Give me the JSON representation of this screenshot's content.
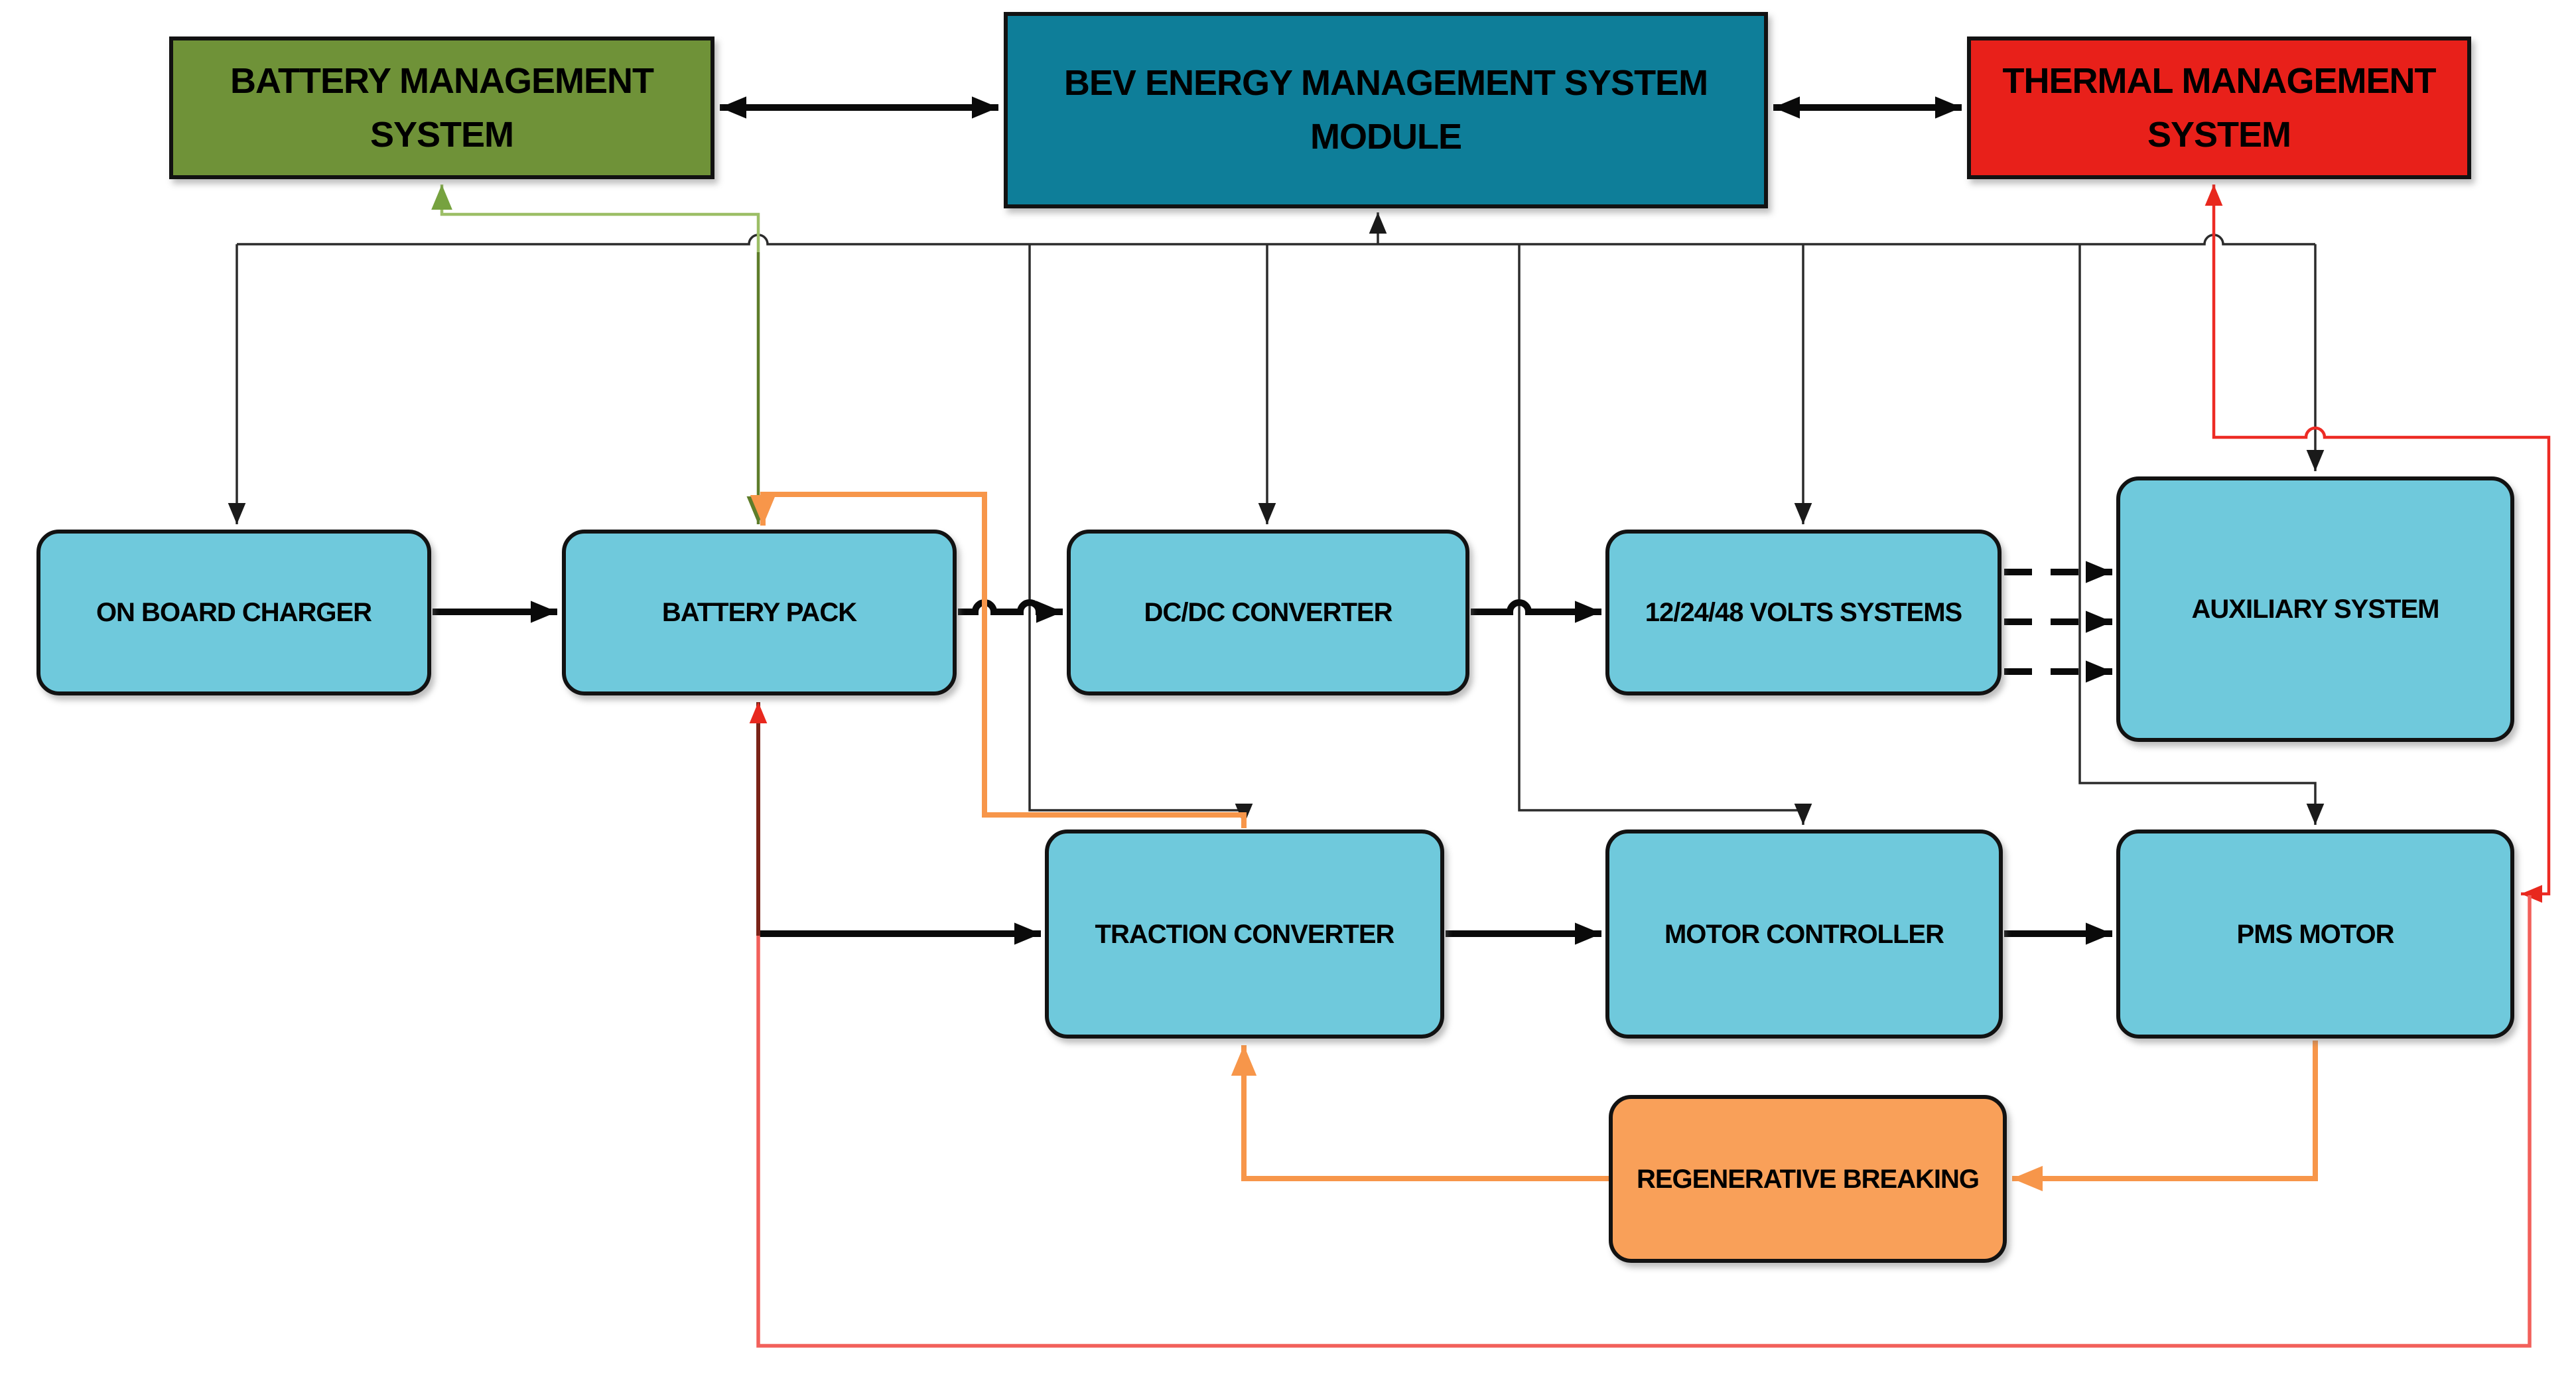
{
  "palette": {
    "node_cyan": "#6FC9DC",
    "node_olive": "#6F9238",
    "node_teal": "#0E7E99",
    "node_red": "#E8201A",
    "node_orange": "#F9A059",
    "line_black_thin": "#2B2B2B",
    "line_black_thick": "#0A0A0A",
    "line_green_light": "#9CBE66",
    "line_green_dark": "#5E7D2A",
    "line_orange": "#F7964A",
    "line_red": "#ED2B24",
    "line_red_light": "#F2605B",
    "line_maroon": "#7A2318",
    "background": "#FFFFFF"
  },
  "nodes": {
    "bms": {
      "label": "BATTERY MANAGEMENT\nSYSTEM",
      "color": "#6F9238"
    },
    "bev": {
      "label": "BEV ENERGY MANAGEMENT SYSTEM\nMODULE",
      "color": "#0E7E99"
    },
    "thermal": {
      "label": "THERMAL MANAGEMENT\nSYSTEM",
      "color": "#E8201A"
    },
    "obc": {
      "label": "ON BOARD CHARGER",
      "color": "#6FC9DC"
    },
    "battery_pack": {
      "label": "BATTERY PACK",
      "color": "#6FC9DC"
    },
    "dcdc": {
      "label": "DC/DC CONVERTER",
      "color": "#6FC9DC"
    },
    "volts": {
      "label": "12/24/48 VOLTS SYSTEMS",
      "color": "#6FC9DC"
    },
    "aux": {
      "label": "AUXILIARY SYSTEM",
      "color": "#6FC9DC"
    },
    "traction": {
      "label": "TRACTION CONVERTER",
      "color": "#6FC9DC"
    },
    "motor_controller": {
      "label": "MOTOR CONTROLLER",
      "color": "#6FC9DC"
    },
    "pms_motor": {
      "label": "PMS MOTOR",
      "color": "#6FC9DC"
    },
    "regen": {
      "label": "REGENERATIVE BREAKING",
      "color": "#F9A059"
    }
  },
  "connectors": [
    {
      "name": "bms-bev-bidirectional",
      "from": "bms",
      "to": "bev",
      "color": "#0A0A0A",
      "style": "solid-thick",
      "arrows": "both"
    },
    {
      "name": "bev-thermal-bidirectional",
      "from": "bev",
      "to": "thermal",
      "color": "#0A0A0A",
      "style": "solid-thick",
      "arrows": "both"
    },
    {
      "name": "control-bus",
      "from": "bev",
      "to": "all-components",
      "color": "#2B2B2B",
      "style": "solid-thin",
      "arrows": "end"
    },
    {
      "name": "bus-to-bev-module",
      "from": "control-bus",
      "to": "bev",
      "color": "#2B2B2B",
      "style": "solid-thin",
      "arrows": "end"
    },
    {
      "name": "bus-to-on-board-charger",
      "from": "control-bus",
      "to": "obc",
      "color": "#2B2B2B",
      "style": "solid-thin",
      "arrows": "end"
    },
    {
      "name": "bus-to-dcdc-converter",
      "from": "control-bus",
      "to": "dcdc",
      "color": "#2B2B2B",
      "style": "solid-thin",
      "arrows": "end"
    },
    {
      "name": "bus-to-volts-systems",
      "from": "control-bus",
      "to": "volts",
      "color": "#2B2B2B",
      "style": "solid-thin",
      "arrows": "end"
    },
    {
      "name": "bus-to-auxiliary-system",
      "from": "control-bus",
      "to": "aux",
      "color": "#2B2B2B",
      "style": "solid-thin",
      "arrows": "end"
    },
    {
      "name": "bus-to-traction-converter",
      "from": "control-bus",
      "to": "traction",
      "color": "#2B2B2B",
      "style": "solid-thin",
      "arrows": "end"
    },
    {
      "name": "bus-to-motor-controller",
      "from": "control-bus",
      "to": "motor_controller",
      "color": "#2B2B2B",
      "style": "solid-thin",
      "arrows": "end"
    },
    {
      "name": "bus-to-pms-motor",
      "from": "control-bus",
      "to": "pms_motor",
      "color": "#2B2B2B",
      "style": "solid-thin",
      "arrows": "end"
    },
    {
      "name": "obc-to-battery-pack",
      "from": "obc",
      "to": "battery_pack",
      "color": "#0A0A0A",
      "style": "solid-thick",
      "arrows": "end"
    },
    {
      "name": "battery-pack-to-dcdc",
      "from": "battery_pack",
      "to": "dcdc",
      "color": "#0A0A0A",
      "style": "solid-thick",
      "arrows": "end"
    },
    {
      "name": "dcdc-to-volts",
      "from": "dcdc",
      "to": "volts",
      "color": "#0A0A0A",
      "style": "solid-thick",
      "arrows": "end"
    },
    {
      "name": "battery-pack-to-traction",
      "from": "battery_pack",
      "to": "traction",
      "color": "#0A0A0A",
      "style": "solid-thick",
      "arrows": "end"
    },
    {
      "name": "traction-to-motor-controller",
      "from": "traction",
      "to": "motor_controller",
      "color": "#0A0A0A",
      "style": "solid-thick",
      "arrows": "end"
    },
    {
      "name": "motor-controller-to-pms",
      "from": "motor_controller",
      "to": "pms_motor",
      "color": "#0A0A0A",
      "style": "solid-thick",
      "arrows": "end"
    },
    {
      "name": "volts-to-aux-dashed-1",
      "from": "volts",
      "to": "aux",
      "color": "#0A0A0A",
      "style": "dashed-thick",
      "arrows": "end"
    },
    {
      "name": "volts-to-aux-dashed-2",
      "from": "volts",
      "to": "aux",
      "color": "#0A0A0A",
      "style": "dashed-thick",
      "arrows": "end"
    },
    {
      "name": "volts-to-aux-dashed-3",
      "from": "volts",
      "to": "aux",
      "color": "#0A0A0A",
      "style": "dashed-thick",
      "arrows": "end"
    },
    {
      "name": "battery-pack-to-bms-green",
      "from": "battery_pack",
      "to": "bms",
      "color": "#9CBE66",
      "style": "solid-thin",
      "arrows": "end"
    },
    {
      "name": "bms-to-battery-pack-green",
      "from": "bms",
      "to": "battery_pack",
      "color": "#5E7D2A",
      "style": "solid-thin",
      "arrows": "end"
    },
    {
      "name": "traction-to-battery-pack-orange",
      "from": "traction",
      "to": "battery_pack",
      "color": "#F7964A",
      "style": "solid-medium",
      "arrows": "end"
    },
    {
      "name": "pms-to-regen-orange",
      "from": "pms_motor",
      "to": "regen",
      "color": "#F7964A",
      "style": "solid-medium",
      "arrows": "end"
    },
    {
      "name": "regen-to-traction-orange",
      "from": "regen",
      "to": "traction",
      "color": "#F7964A",
      "style": "solid-medium",
      "arrows": "end"
    },
    {
      "name": "thermal-pms-red-bidirectional",
      "from": "thermal",
      "to": "pms_motor",
      "color": "#ED2B24",
      "style": "solid-thin",
      "arrows": "both"
    },
    {
      "name": "pms-loop-to-battery-red",
      "from": "pms_motor",
      "to": "battery_pack",
      "color": "#F2605B",
      "style": "solid-thin",
      "arrows": "end"
    },
    {
      "name": "battery-return-maroon",
      "from": "pms-loop",
      "to": "battery_pack",
      "color": "#7A2318",
      "style": "solid-medium",
      "arrows": "end"
    }
  ]
}
